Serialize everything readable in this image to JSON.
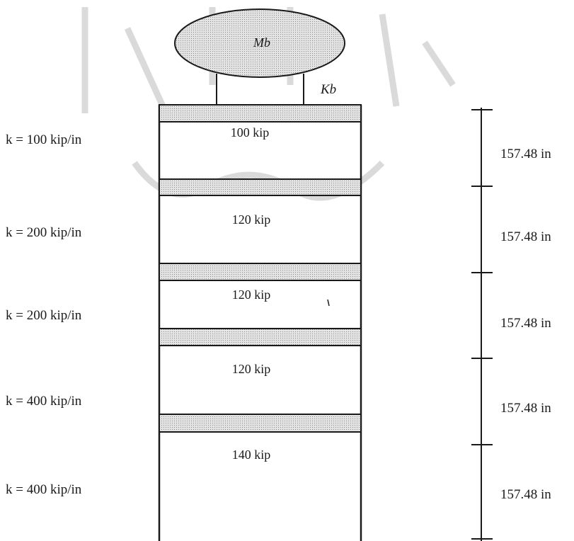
{
  "base_isolation": {
    "mass_label": "Mb",
    "stiffness_label": "Kb"
  },
  "stories": [
    {
      "stiffness": "k = 100 kip/in",
      "mass": "100 kip",
      "height": "157.48 in"
    },
    {
      "stiffness": "k = 200 kip/in",
      "mass": "120 kip",
      "height": "157.48 in"
    },
    {
      "stiffness": "k = 200 kip/in",
      "mass": "120 kip",
      "height": "157.48 in"
    },
    {
      "stiffness": "k = 400 kip/in",
      "mass": "120 kip",
      "height": "157.48 in"
    },
    {
      "stiffness": "k = 400 kip/in",
      "mass": "140 kip",
      "height": "157.48 in"
    }
  ],
  "colors": {
    "line": "#1a1a1a",
    "slab_fill": "#c9c9c9",
    "mass_fill": "#cfcfcf",
    "watermark": "#d6d6d6"
  }
}
